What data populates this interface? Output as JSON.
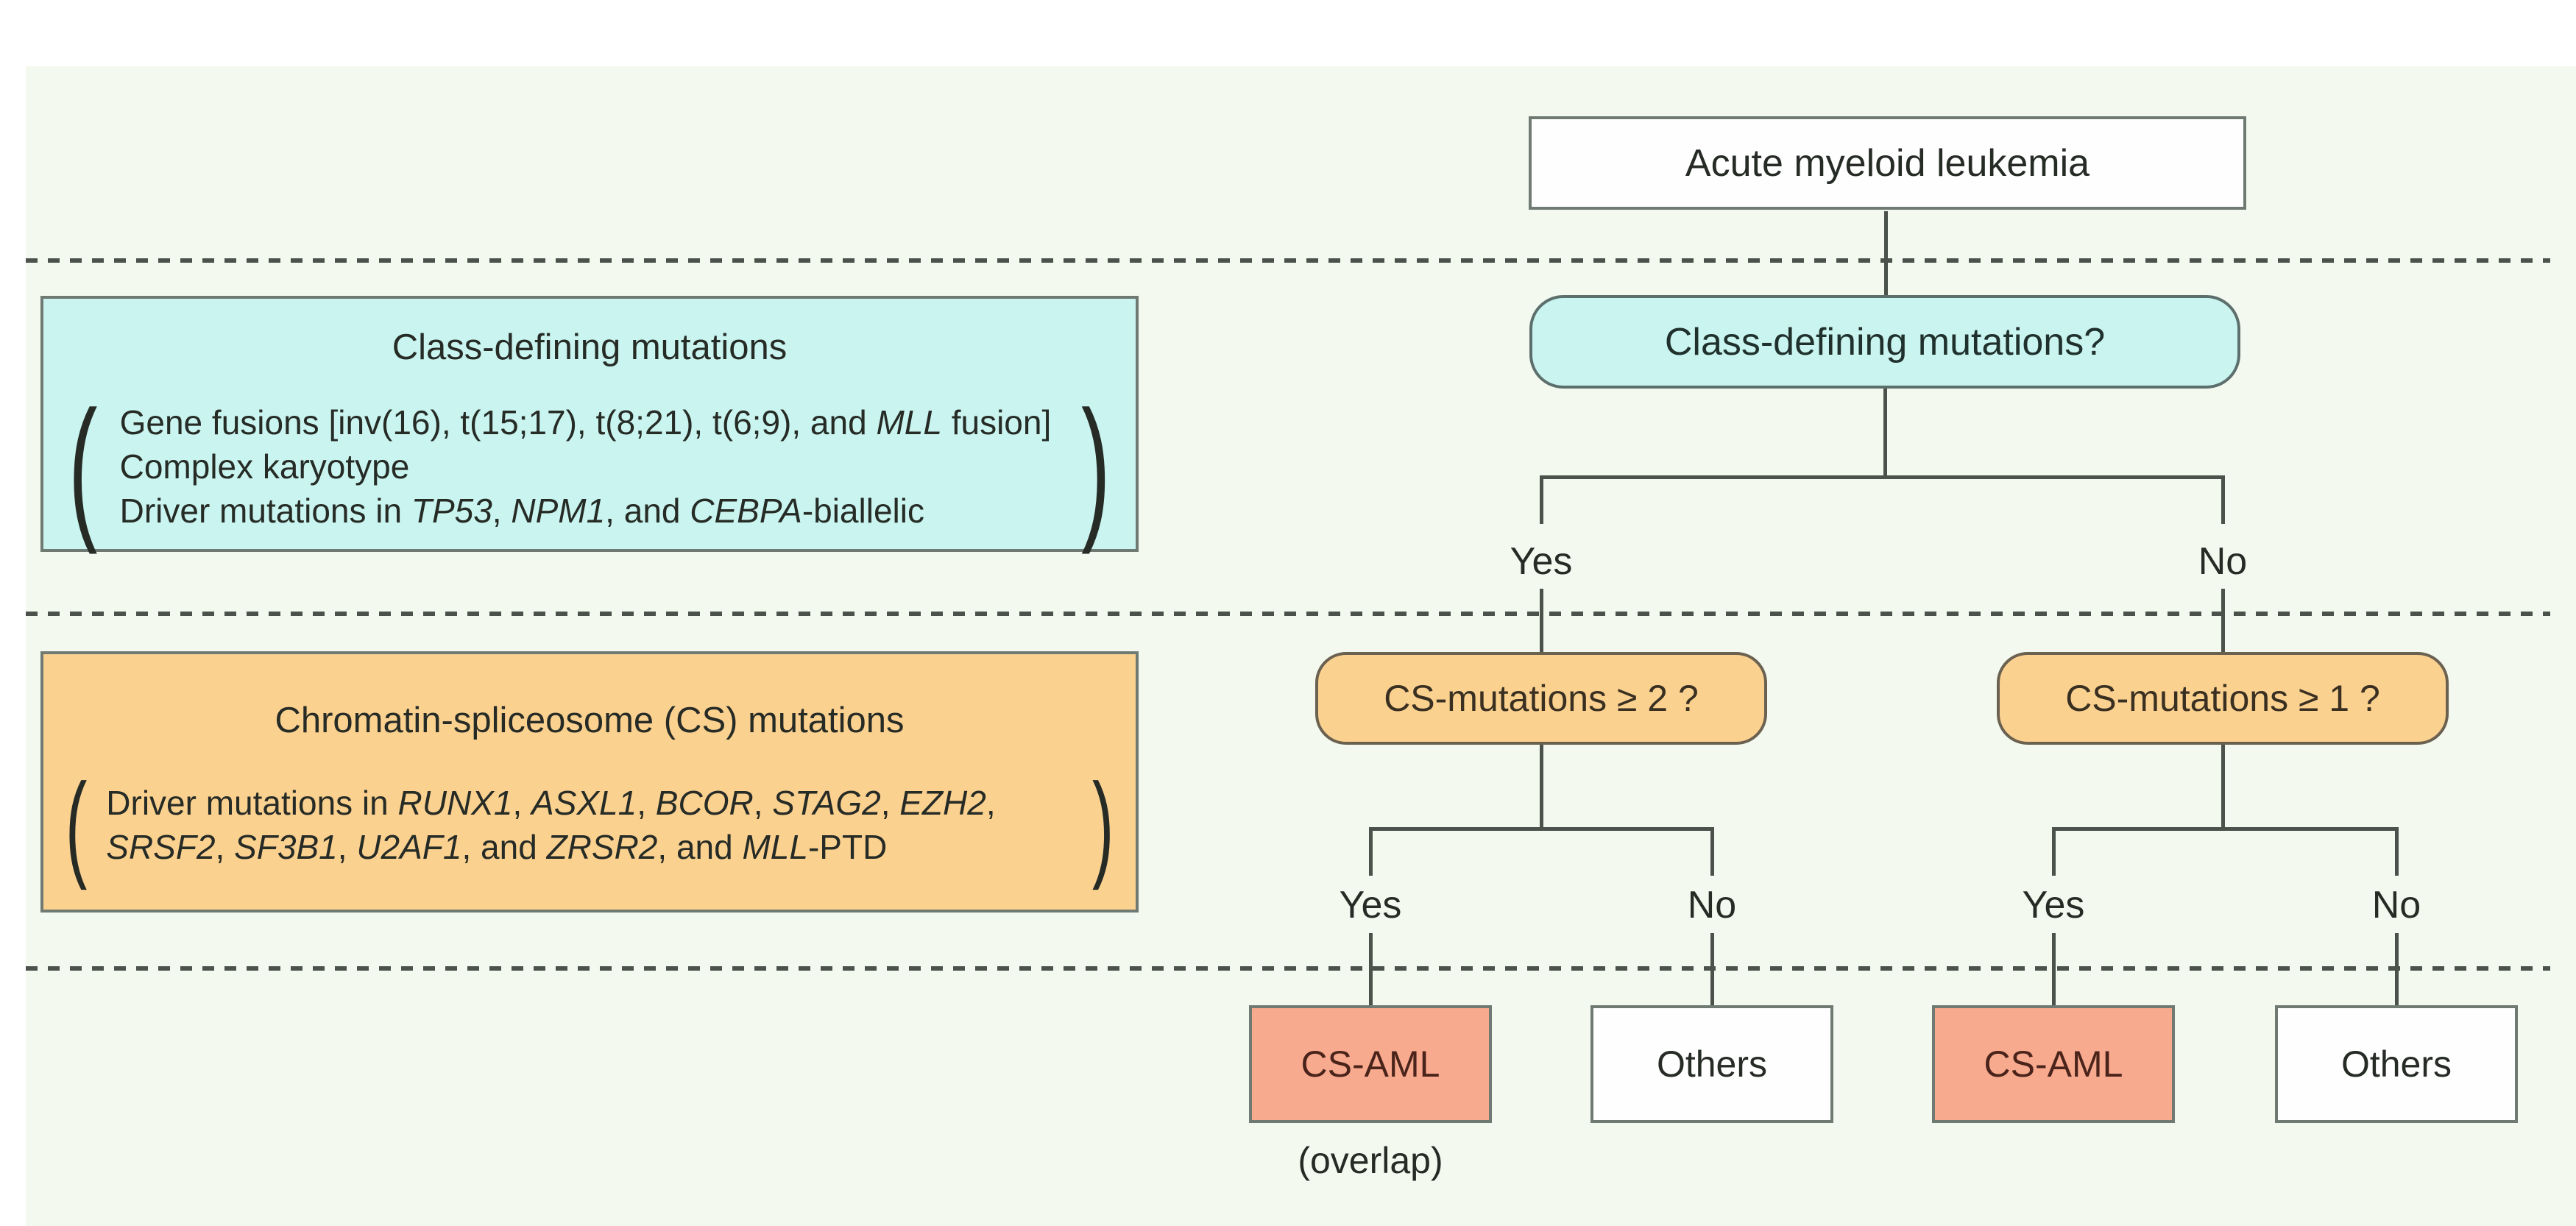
{
  "colors": {
    "page_bg": "#ffffff",
    "canvas_bg": "#f3f9ee",
    "line": "#4b524c",
    "box_border": "#6f7a72",
    "cyan_fill": "#c9f4ef",
    "cyan_border": "#5d6f6d",
    "orange_fill": "#fbd190",
    "orange_border": "#6b6150",
    "salmon_fill": "#f8aa8f",
    "white_fill": "#fefefe",
    "text": "#262b26",
    "cs_aml_text": "#4a241a"
  },
  "root_node": {
    "label": "Acute myeloid leukemia"
  },
  "decisions": {
    "class_defining": {
      "label": "Class-defining mutations?"
    },
    "cs_ge2": {
      "label": "CS-mutations ≥ 2 ?"
    },
    "cs_ge1": {
      "label": "CS-mutations ≥ 1 ?"
    }
  },
  "branches": {
    "split1": {
      "yes": "Yes",
      "no": "No"
    },
    "split2": {
      "yes": "Yes",
      "no": "No"
    },
    "split3": {
      "yes": "Yes",
      "no": "No"
    }
  },
  "outcomes": {
    "cs_aml_left": {
      "label": "CS-AML",
      "note": "(overlap)"
    },
    "others_left": {
      "label": "Others"
    },
    "cs_aml_right": {
      "label": "CS-AML"
    },
    "others_right": {
      "label": "Others"
    }
  },
  "panels": {
    "class_defining": {
      "title": "Class-defining mutations",
      "paren_open": "(",
      "paren_close": ")",
      "lines": [
        [
          {
            "t": "Gene fusions [inv(16), t(15;17), t(8;21), t(6;9), and "
          },
          {
            "t": "MLL",
            "i": true
          },
          {
            "t": " fusion]"
          }
        ],
        [
          {
            "t": "Complex karyotype"
          }
        ],
        [
          {
            "t": "Driver mutations in "
          },
          {
            "t": "TP53",
            "i": true
          },
          {
            "t": ", "
          },
          {
            "t": "NPM1",
            "i": true
          },
          {
            "t": ", and "
          },
          {
            "t": "CEBPA",
            "i": true
          },
          {
            "t": "-biallelic"
          }
        ]
      ]
    },
    "cs": {
      "title": "Chromatin-spliceosome (CS) mutations",
      "paren_open": "(",
      "paren_close": ")",
      "lines": [
        [
          {
            "t": "Driver mutations in "
          },
          {
            "t": "RUNX1",
            "i": true
          },
          {
            "t": ", "
          },
          {
            "t": "ASXL1",
            "i": true
          },
          {
            "t": ", "
          },
          {
            "t": "BCOR",
            "i": true
          },
          {
            "t": ", "
          },
          {
            "t": "STAG2",
            "i": true
          },
          {
            "t": ", "
          },
          {
            "t": "EZH2",
            "i": true
          },
          {
            "t": ","
          }
        ],
        [
          {
            "t": "SRSF2",
            "i": true
          },
          {
            "t": ", "
          },
          {
            "t": "SF3B1",
            "i": true
          },
          {
            "t": ", "
          },
          {
            "t": "U2AF1",
            "i": true
          },
          {
            "t": ", and "
          },
          {
            "t": "ZRSR2",
            "i": true
          },
          {
            "t": ", and "
          },
          {
            "t": "MLL",
            "i": true
          },
          {
            "t": "-PTD"
          }
        ]
      ]
    }
  }
}
